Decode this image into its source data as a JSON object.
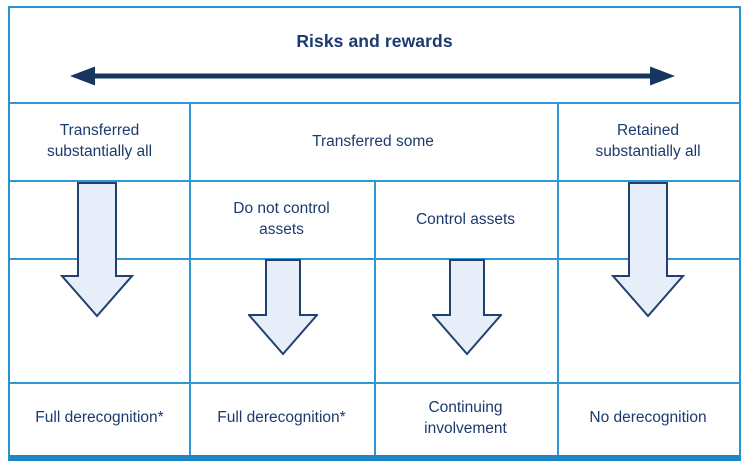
{
  "diagram": {
    "title": "Risks and rewards",
    "spectrum_arrow": "double-headed-horizontal-arrow",
    "categories": {
      "left": "Transferred\nsubstantially all",
      "middle": "Transferred some",
      "right": "Retained\nsubstantially all"
    },
    "subcategories": {
      "no_control": "Do not control\nassets",
      "control": "Control assets"
    },
    "outcomes": {
      "transferred_all": "Full derecognition*",
      "no_control": "Full derecognition*",
      "control": "Continuing\ninvolvement",
      "retained_all": "No derecognition"
    },
    "colors": {
      "outer_border": "#2a93d0",
      "grid_line": "#2f98d4",
      "bottom_bar": "#1e86c4",
      "text_navy": "#1b3a6e",
      "spectrum_arrow_navy": "#16365f",
      "down_arrow_fill": "#e8eef9",
      "down_arrow_outline": "#20406f"
    }
  }
}
